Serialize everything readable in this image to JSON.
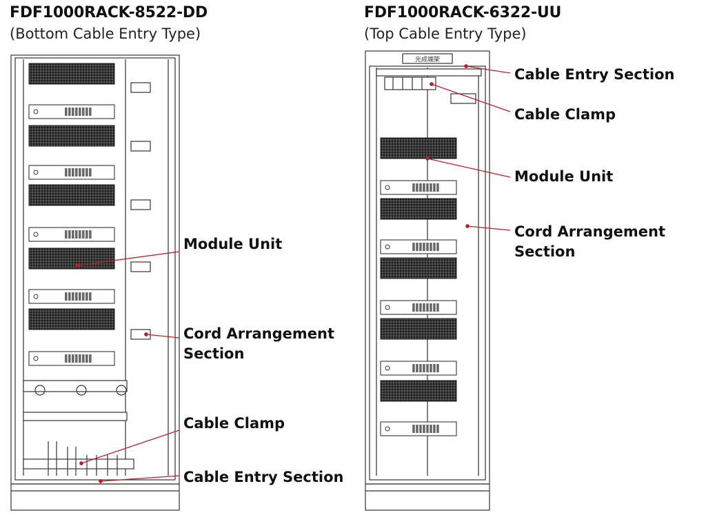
{
  "left": {
    "model": "FDF1000RACK-8522-DD",
    "type": "(Bottom Cable Entry Type)",
    "labels": {
      "module_unit": "Module Unit",
      "cord_arrangement_1": "Cord Arrangement",
      "cord_arrangement_2": "Section",
      "cable_clamp": "Cable Clamp",
      "cable_entry": "Cable Entry Section"
    }
  },
  "right": {
    "model": "FDF1000RACK-6322-UU",
    "type": "(Top Cable Entry Type)",
    "plate_text": "光成端架",
    "labels": {
      "cable_entry": "Cable Entry Section",
      "cable_clamp": "Cable Clamp",
      "module_unit": "Module Unit",
      "cord_arrangement_1": "Cord Arrangement",
      "cord_arrangement_2": "Section"
    }
  },
  "colors": {
    "leader": "#b3222a",
    "line": "#333333",
    "grid": "#2a2a2a"
  }
}
